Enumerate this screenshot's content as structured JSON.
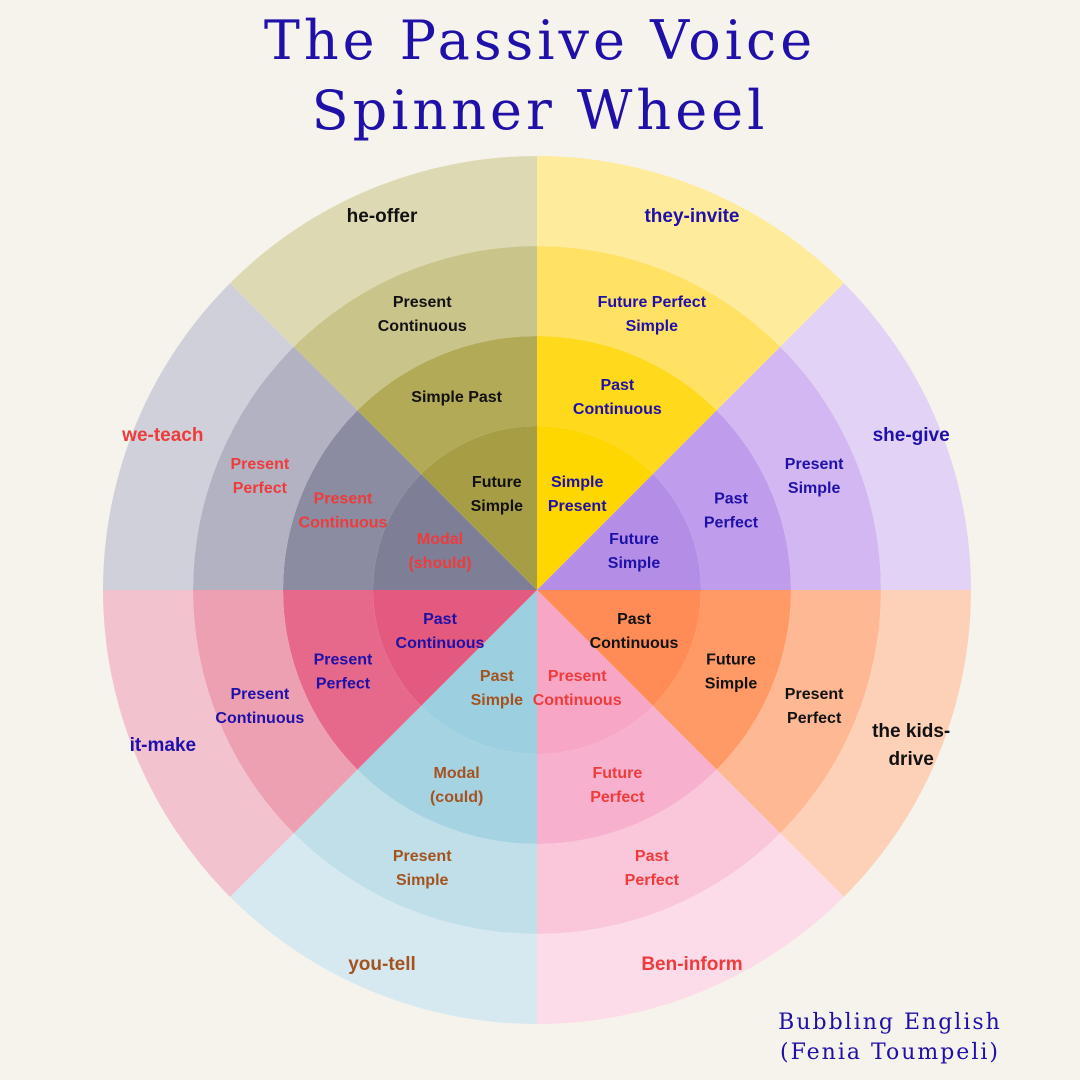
{
  "title": {
    "line1": "The Passive Voice",
    "line2": "Spinner Wheel"
  },
  "credit": {
    "line1": "Bubbling English",
    "line2": "(Fenia Toumpeli)"
  },
  "sectors": [
    {
      "id": "nne",
      "colors": [
        "#fed700",
        "#fed91c",
        "#ffe163",
        "#ffeb9c"
      ],
      "text_color": "#1f10a8",
      "labels": [
        [
          "Simple",
          "Present"
        ],
        [
          "Past",
          "Continuous"
        ],
        [
          "Future Perfect",
          "Simple"
        ],
        [
          "they-invite"
        ]
      ]
    },
    {
      "id": "ene",
      "colors": [
        "#b48ee6",
        "#bf9cec",
        "#d2b7f2",
        "#e2d2f5"
      ],
      "text_color": "#1f10a8",
      "labels": [
        [
          "Future",
          "Simple"
        ],
        [
          "Past",
          "Perfect"
        ],
        [
          "Present",
          "Simple"
        ],
        [
          "she-give"
        ]
      ]
    },
    {
      "id": "ese",
      "colors": [
        "#ff8c57",
        "#ff9a67",
        "#ffb894",
        "#fdd1b8"
      ],
      "text_color": "#111111",
      "labels": [
        [
          "Past",
          "Continuous"
        ],
        [
          "Future",
          "Simple"
        ],
        [
          "Present",
          "Perfect"
        ],
        [
          "the kids-",
          "drive"
        ]
      ]
    },
    {
      "id": "sse",
      "colors": [
        "#f7a6c6",
        "#f7b0cd",
        "#fac6da",
        "#fcdce9"
      ],
      "text_color": "#ee3b3b",
      "labels": [
        [
          "Present",
          "Continuous"
        ],
        [
          "Future",
          "Perfect"
        ],
        [
          "Past",
          "Perfect"
        ],
        [
          "Ben-inform"
        ]
      ]
    },
    {
      "id": "ssw",
      "colors": [
        "#9ccfdf",
        "#a5d3e2",
        "#c0dfe9",
        "#d6e9f0"
      ],
      "text_color": "#a3531f",
      "labels": [
        [
          "Past",
          "Simple"
        ],
        [
          "Modal",
          "(could)"
        ],
        [
          "Present",
          "Simple"
        ],
        [
          "you-tell"
        ]
      ]
    },
    {
      "id": "wsw",
      "colors": [
        "#e35a7e",
        "#e6698c",
        "#eda0b2",
        "#f3c2cf"
      ],
      "text_color": "#1f10a8",
      "labels": [
        [
          "Past",
          "Continuous"
        ],
        [
          "Present",
          "Perfect"
        ],
        [
          "Present",
          "Continuous"
        ],
        [
          "it-make"
        ]
      ]
    },
    {
      "id": "wnw",
      "colors": [
        "#7e7e96",
        "#8b8ba1",
        "#b2b2c3",
        "#d0d0da"
      ],
      "text_color": "#ee3b3b",
      "labels": [
        [
          "Modal",
          "(should)"
        ],
        [
          "Present",
          "Continuous"
        ],
        [
          "Present",
          "Perfect"
        ],
        [
          "we-teach"
        ]
      ]
    },
    {
      "id": "nnw",
      "colors": [
        "#a79d45",
        "#b2aa57",
        "#c9c489",
        "#dddab3"
      ],
      "text_color": "#111111",
      "labels": [
        [
          "Future",
          "Simple"
        ],
        [
          "Simple Past"
        ],
        [
          "Present",
          "Continuous"
        ],
        [
          "he-offer"
        ]
      ]
    }
  ]
}
